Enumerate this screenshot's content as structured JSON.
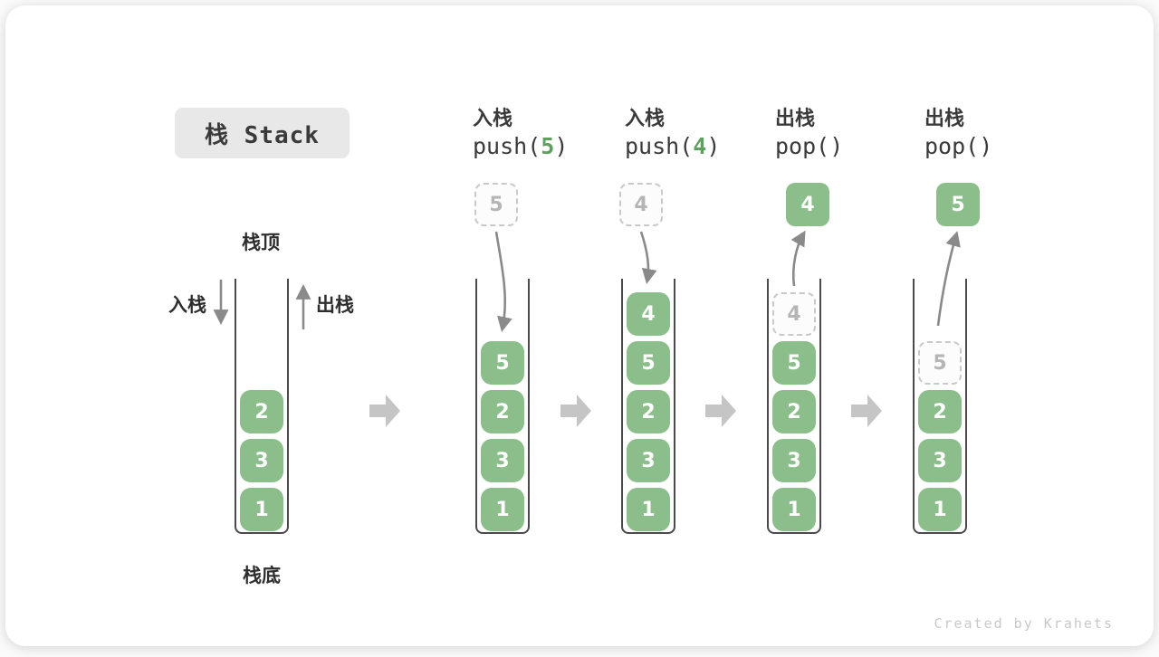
{
  "page": {
    "title": "栈 Stack",
    "watermark": "Created by Krahets"
  },
  "colors": {
    "block_green": "#8CBE8C",
    "accent_green": "#5F9F5F",
    "arrow_gray": "#8A8A8A",
    "transition_gray": "#C5C5C5",
    "ghost_border": "#C9C9C9",
    "ghost_text": "#B5B5B5",
    "wall": "#4A4A4A",
    "text_dark": "#3A3A3A",
    "badge_bg": "#E8E8E8",
    "watermark_gray": "#C9C9C9"
  },
  "static_labels": {
    "stack_top": "栈顶",
    "stack_bottom": "栈底",
    "push_side": "入栈",
    "pop_side": "出栈"
  },
  "operations": [
    {
      "line1": "入栈",
      "code_pre": "push(",
      "code_num": "5",
      "code_post": ")"
    },
    {
      "line1": "入栈",
      "code_pre": "push(",
      "code_num": "4",
      "code_post": ")"
    },
    {
      "line1": "出栈",
      "code_pre": "pop()",
      "code_num": "",
      "code_post": ""
    },
    {
      "line1": "出栈",
      "code_pre": "pop()",
      "code_num": "",
      "code_post": ""
    }
  ],
  "stacks": [
    {
      "blocks_top_to_bottom": [
        "2",
        "3",
        "1"
      ],
      "ghost": null,
      "floating": null
    },
    {
      "blocks_top_to_bottom": [
        "5",
        "2",
        "3",
        "1"
      ],
      "ghost": null,
      "floating": {
        "value": "5",
        "style": "dashed"
      }
    },
    {
      "blocks_top_to_bottom": [
        "4",
        "5",
        "2",
        "3",
        "1"
      ],
      "ghost": null,
      "floating": {
        "value": "4",
        "style": "dashed"
      }
    },
    {
      "blocks_top_to_bottom": [
        "5",
        "2",
        "3",
        "1"
      ],
      "ghost": {
        "value": "4"
      },
      "floating": {
        "value": "4",
        "style": "solid"
      }
    },
    {
      "blocks_top_to_bottom": [
        "2",
        "3",
        "1"
      ],
      "ghost": {
        "value": "5"
      },
      "floating": {
        "value": "5",
        "style": "solid"
      }
    }
  ]
}
